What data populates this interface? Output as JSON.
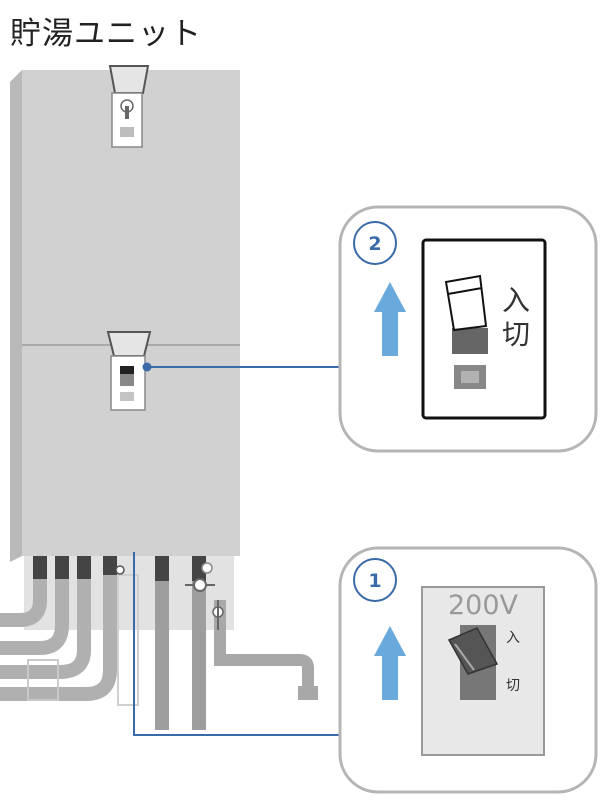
{
  "title": "貯湯ユニット",
  "callouts": [
    {
      "step": "2",
      "on_label": "入",
      "off_label": "切",
      "direction": "up"
    },
    {
      "step": "1",
      "voltage": "200V",
      "on_label": "入",
      "off_label": "切",
      "direction": "up"
    }
  ],
  "colors": {
    "unit_body": "#d0d0d0",
    "pipes": "#a8a8a8",
    "arrow": "#69a9dc",
    "leader_line": "#3a6aa8",
    "callout_border": "#b5b5b5"
  }
}
